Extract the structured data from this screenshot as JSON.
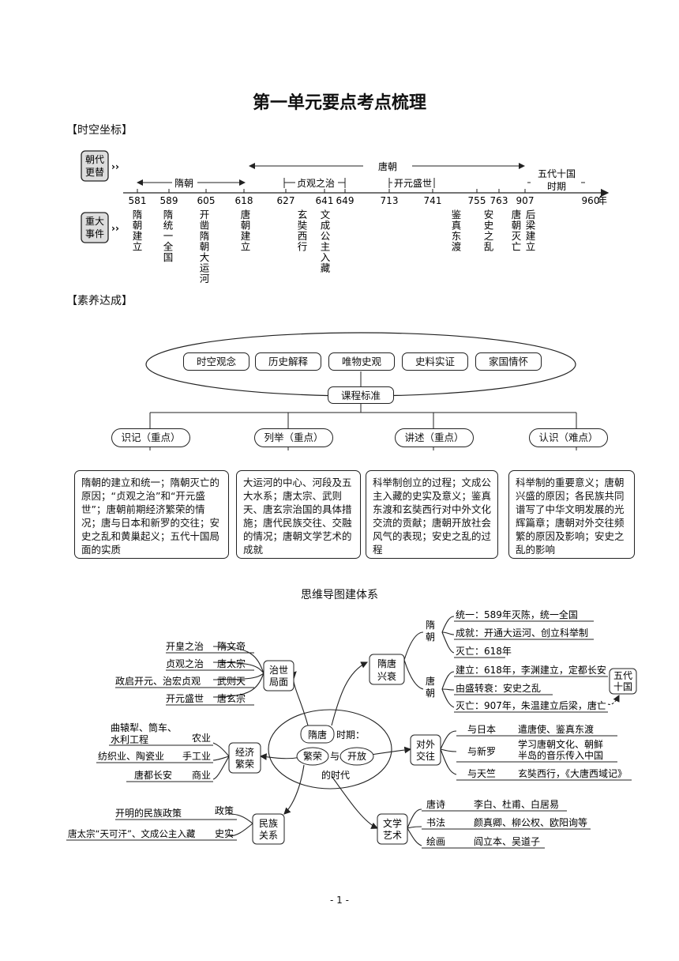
{
  "title": "第一单元要点考点梳理",
  "section_timeline": "【时空坐标】",
  "section_literacy": "【素养达成】",
  "timeline": {
    "dynasty_label": [
      "朝代",
      "更替"
    ],
    "events_label": [
      "重大",
      "事件"
    ],
    "axis_unit": "年",
    "periods": {
      "sui": "隋朝",
      "tang": "唐朝",
      "zhenguan": "贞观之治",
      "kaiyuan": "开元盛世",
      "wudai": [
        "五代十国",
        "时期"
      ]
    },
    "years": [
      "581",
      "589",
      "605",
      "618",
      "627",
      "641",
      "649",
      "713",
      "741",
      "755",
      "763",
      "907",
      "960"
    ],
    "events": [
      {
        "text": "隋朝建立"
      },
      {
        "text": "隋统一全国"
      },
      {
        "text": "开凿隋朝大运河"
      },
      {
        "text": "唐朝建立"
      },
      {
        "text": "玄奘西行"
      },
      {
        "text": "文成公主入藏"
      },
      {
        "text": "鉴真东渡"
      },
      {
        "text": "安史之乱"
      },
      {
        "text": "唐朝灭亡"
      },
      {
        "text": "后梁建立"
      }
    ]
  },
  "literacy": {
    "top_items": [
      "时空观念",
      "历史解释",
      "唯物史观",
      "史料实证",
      "家国情怀"
    ],
    "center": "课程标准",
    "levels": [
      "识记（重点）",
      "列举（重点）",
      "讲述（重点）",
      "认识（难点）"
    ],
    "contents": [
      "隋朝的建立和统一；隋朝灭亡的原因；“贞观之治”和“开元盛世”；唐朝前期经济繁荣的情况；唐与日本和新罗的交往；安史之乱和黄巢起义；五代十国局面的实质",
      "大运河的中心、河段及五大水系；唐太宗、武则天、唐玄宗治国的具体措施；唐代民族交往、交融的情况；唐朝文学艺术的成就",
      "科举制创立的过程；文成公主入藏的史实及意义；鉴真东渡和玄奘西行对中外文化交流的贡献；唐朝开放社会风气的表现；安史之乱的过程",
      "科举制的重要意义；唐朝兴盛的原因；各民族共同谱写了中华文明发展的光辉篇章；唐朝对外交往频繁的原因及影响；安史之乱的影响"
    ]
  },
  "mindmap": {
    "title": "思维导图建体系",
    "center": {
      "suitang": "隋唐",
      "period": "时期：",
      "fanrong": "繁荣",
      "and": "与",
      "kaifang": "开放",
      "era": "的时代"
    },
    "zhishi": {
      "label": [
        "治世",
        "局面"
      ],
      "rows": [
        {
          "a": "开皇之治",
          "b": "隋文帝"
        },
        {
          "a": "贞观之治",
          "b": "唐太宗"
        },
        {
          "a": "政启开元、治宏贞观",
          "b": "武则天"
        },
        {
          "a": "开元盛世",
          "b": "唐玄宗"
        }
      ]
    },
    "jingji": {
      "label": [
        "经济",
        "繁荣"
      ],
      "rows": [
        {
          "a": [
            "曲辕犁、筒车、",
            "水利工程"
          ],
          "b": "农业"
        },
        {
          "a": [
            "纺织业、陶瓷业"
          ],
          "b": "手工业"
        },
        {
          "a": [
            "唐都长安"
          ],
          "b": "商业"
        }
      ]
    },
    "minzu": {
      "label": [
        "民族",
        "关系"
      ],
      "rows": [
        {
          "a": "开明的民族政策",
          "b": "政策"
        },
        {
          "a": "唐太宗“天可汗”、文成公主入藏",
          "b": "史实"
        }
      ]
    },
    "xingshuai": {
      "label": [
        "隋唐",
        "兴衰"
      ],
      "sui": [
        "隋",
        "朝"
      ],
      "tang": [
        "唐",
        "朝"
      ],
      "sui_rows": [
        "统一：589年灭陈，统一全国",
        "成就：开通大运河、创立科举制",
        "灭亡：618年"
      ],
      "tang_rows": [
        "建立：618年，李渊建立，定都长安",
        "由盛转衰：安史之乱",
        "灭亡：907年，朱温建立后梁，唐亡"
      ],
      "wudai": [
        "五代",
        "十国"
      ]
    },
    "duiwai": {
      "label": [
        "对外",
        "交往"
      ],
      "rows": [
        {
          "a": "与日本",
          "b": [
            "遣唐使、鉴真东渡"
          ]
        },
        {
          "a": "与新罗",
          "b": [
            "学习唐朝文化、朝鲜",
            "半岛的音乐传入中国"
          ]
        },
        {
          "a": "与天竺",
          "b": [
            "玄奘西行，《大唐西域记》"
          ]
        }
      ]
    },
    "wenxue": {
      "label": [
        "文学",
        "艺术"
      ],
      "rows": [
        {
          "a": "唐诗",
          "b": "李白、杜甫、白居易"
        },
        {
          "a": "书法",
          "b": "颜真卿、柳公权、欧阳询等"
        },
        {
          "a": "绘画",
          "b": "阎立本、吴道子"
        }
      ]
    }
  },
  "page_number": "- 1 -"
}
